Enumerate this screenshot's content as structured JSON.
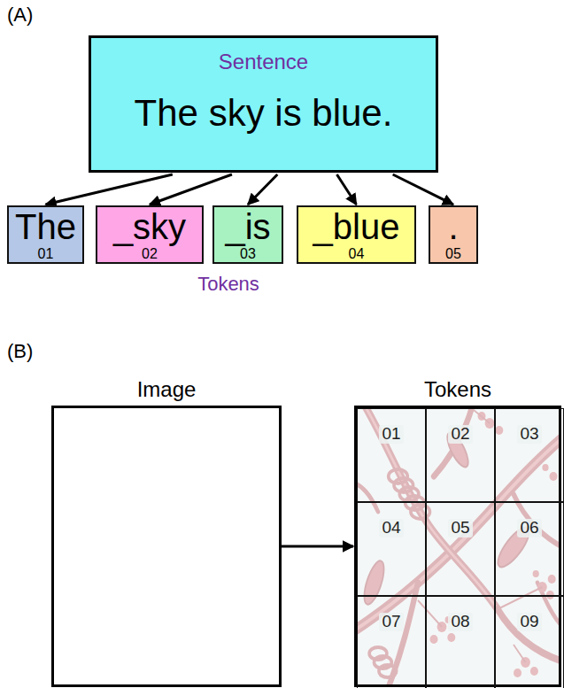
{
  "diagram": {
    "nodes": [
      {
        "text": [
          "Sentence",
          "The sky is blue."
        ]
      },
      {
        "text": [
          "The",
          "01"
        ]
      },
      {
        "text": [
          "_sky",
          "02"
        ]
      },
      {
        "text": [
          "_is",
          "03"
        ]
      },
      {
        "text": [
          "_blue",
          "04"
        ]
      },
      {
        "text": [
          ".",
          "05"
        ]
      },
      {
        "text": [
          "Image"
        ]
      },
      {
        "text": [
          "Tokens"
        ]
      },
      {
        "text": [
          "01"
        ],
        "in": 7
      },
      {
        "text": [
          "02"
        ],
        "in": 7
      },
      {
        "text": [
          "03"
        ],
        "in": 7
      },
      {
        "text": [
          "04"
        ],
        "in": 7
      },
      {
        "text": [
          "05"
        ],
        "in": 7
      },
      {
        "text": [
          "06"
        ],
        "in": 7
      },
      {
        "text": [
          "07"
        ],
        "in": 7
      },
      {
        "text": [
          "08"
        ],
        "in": 7
      },
      {
        "text": [
          "09"
        ],
        "in": 7
      }
    ],
    "edges": [
      {
        "from": 0,
        "to": 1,
        "arrow": "to"
      },
      {
        "from": 0,
        "to": 2,
        "arrow": "to"
      },
      {
        "from": 0,
        "to": 3,
        "arrow": "to"
      },
      {
        "from": 0,
        "to": 4,
        "arrow": "to"
      },
      {
        "from": 0,
        "to": 5,
        "arrow": "to"
      },
      {
        "from": 6,
        "to": 7,
        "arrow": "to"
      }
    ],
    "labels": [
      "(A)",
      "Tokens",
      "(B)"
    ]
  }
}
